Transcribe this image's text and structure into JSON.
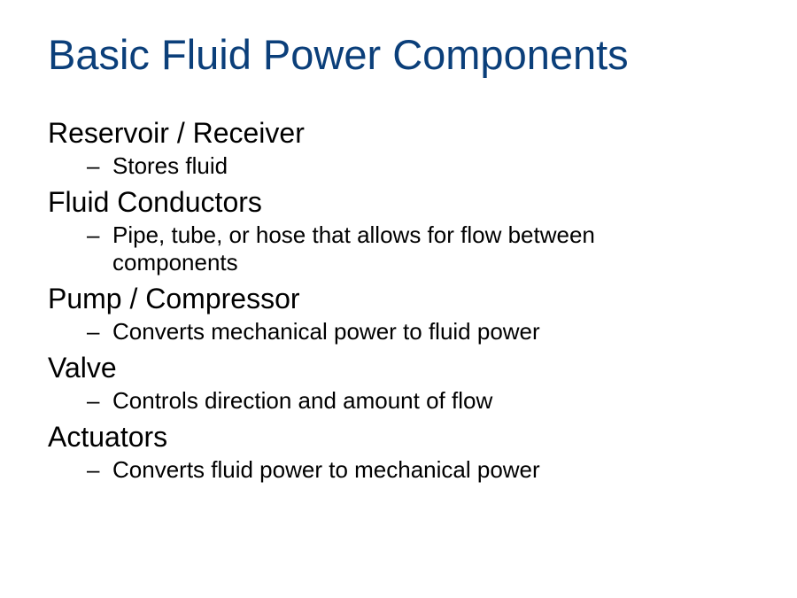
{
  "slide": {
    "title": "Basic Fluid Power Components",
    "title_color": "#0b3f7a",
    "bullet_dash": "–",
    "items": [
      {
        "label": "Reservoir / Receiver",
        "sub": "Stores fluid"
      },
      {
        "label": "Fluid Conductors",
        "sub": "Pipe, tube, or hose that allows for flow between components"
      },
      {
        "label": "Pump / Compressor",
        "sub": "Converts mechanical power to fluid power"
      },
      {
        "label": "Valve",
        "sub": "Controls direction and amount of flow"
      },
      {
        "label": "Actuators",
        "sub": "Converts fluid power to mechanical power"
      }
    ]
  }
}
